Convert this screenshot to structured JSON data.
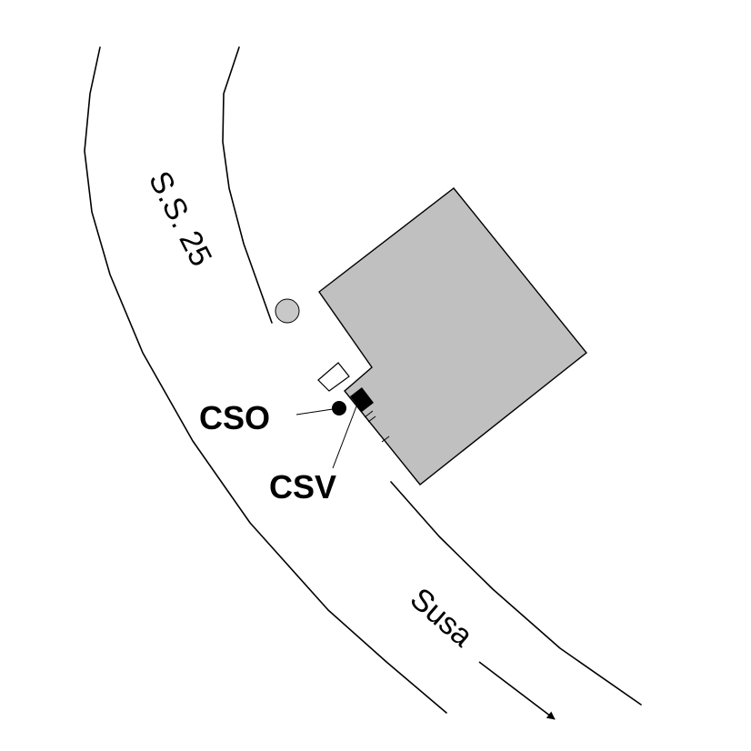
{
  "map": {
    "road_name": "S.S. 25",
    "direction_label": "Susa",
    "stations": [
      {
        "id": "cso",
        "label": "CSO"
      },
      {
        "id": "csv",
        "label": "CSV"
      }
    ],
    "colors": {
      "building_fill": "#c0c0c0",
      "marker_fill": "#c8c8c8",
      "line": "#000000",
      "background": "#ffffff"
    }
  }
}
